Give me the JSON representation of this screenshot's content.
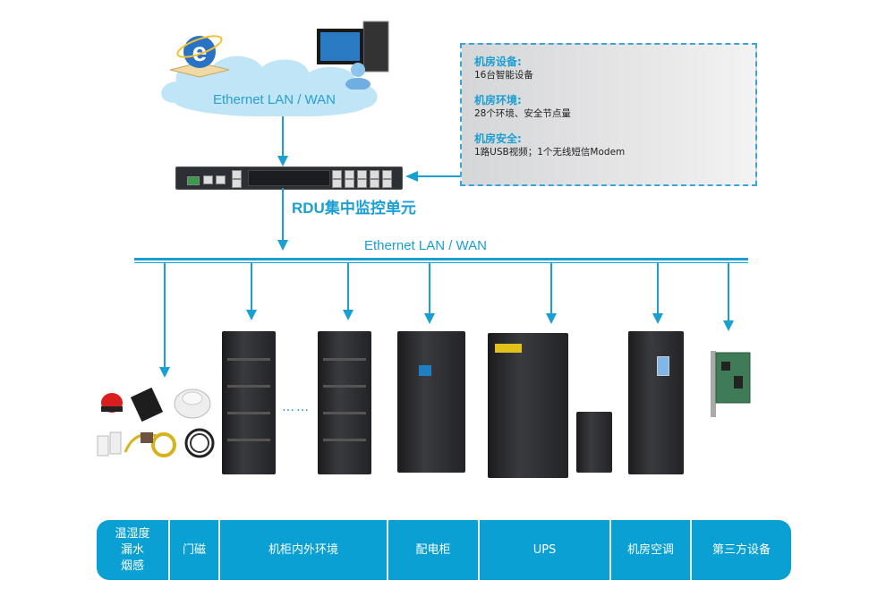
{
  "network": {
    "top_cloud_label": "Ethernet  LAN / WAN",
    "bus_label": "Ethernet  LAN / WAN",
    "icons": [
      "internet-explorer-icon",
      "computer-user-icon"
    ]
  },
  "rdu": {
    "label": "RDU集中监控单元"
  },
  "info_box": {
    "sections": [
      {
        "heading": "机房设备:",
        "text": "16台智能设备"
      },
      {
        "heading": "机房环境:",
        "text": "28个环境、安全节点量"
      },
      {
        "heading": "机房安全:",
        "text": "1路USB视频；1个无线短信Modem"
      }
    ]
  },
  "ellipsis": "……",
  "categories": [
    {
      "label": "温湿度\n漏水\n烟感"
    },
    {
      "label": "门磁"
    },
    {
      "label": "机柜内外环境"
    },
    {
      "label": "配电柜"
    },
    {
      "label": "UPS"
    },
    {
      "label": "机房空调"
    },
    {
      "label": "第三方设备"
    }
  ],
  "colors": {
    "accent": "#1a9fd2",
    "bar": "#0aa0d3"
  }
}
